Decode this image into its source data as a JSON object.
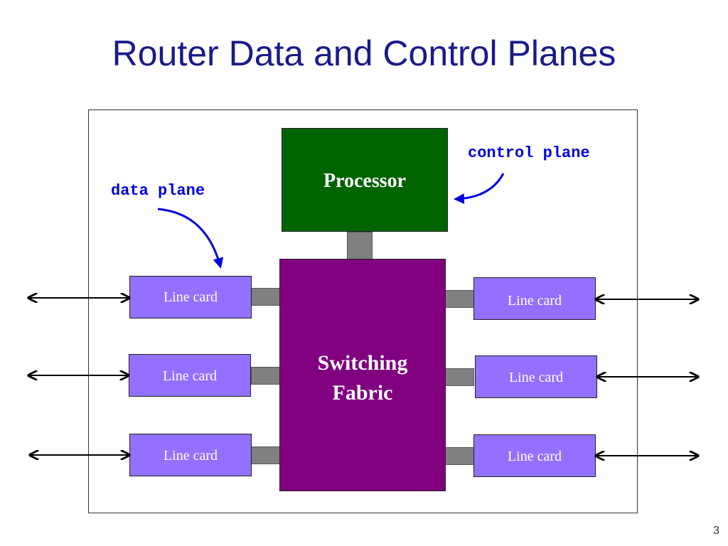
{
  "title": "Router Data and Control Planes",
  "diagram": {
    "processor_label": "Processor",
    "fabric_label_line1": "Switching",
    "fabric_label_line2": "Fabric",
    "control_plane_label": "control plane",
    "data_plane_label": "data plane",
    "line_cards": {
      "left": [
        "Line card",
        "Line card",
        "Line card"
      ],
      "right": [
        "Line card",
        "Line card",
        "Line card"
      ]
    }
  },
  "colors": {
    "title": "#1a1a8c",
    "processor": "#006400",
    "fabric": "#800080",
    "line_card": "#9370ff",
    "connector": "#808080",
    "annotation": "#0000dd"
  },
  "page_number": "3"
}
